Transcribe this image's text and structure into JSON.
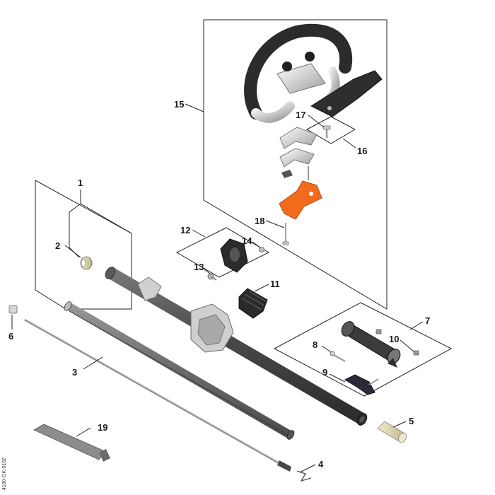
{
  "callouts": {
    "c1": "1",
    "c2": "2",
    "c3": "3",
    "c4": "4",
    "c5": "5",
    "c6": "6",
    "c7": "7",
    "c8": "8",
    "c9": "9",
    "c10": "10",
    "c11": "11",
    "c12": "12",
    "c13": "13",
    "c14": "14",
    "c15": "15",
    "c16": "16",
    "c17": "17",
    "c18": "18",
    "c19": "19"
  },
  "drawing_code": "4180-GK-0102",
  "colors": {
    "tube": "#4a4a4a",
    "tube_dark": "#2e2e2e",
    "handle_grip": "#2b2b2b",
    "chrome": "#d9d9d9",
    "orange": "#f26b1d",
    "brass": "#d8d2a8"
  }
}
